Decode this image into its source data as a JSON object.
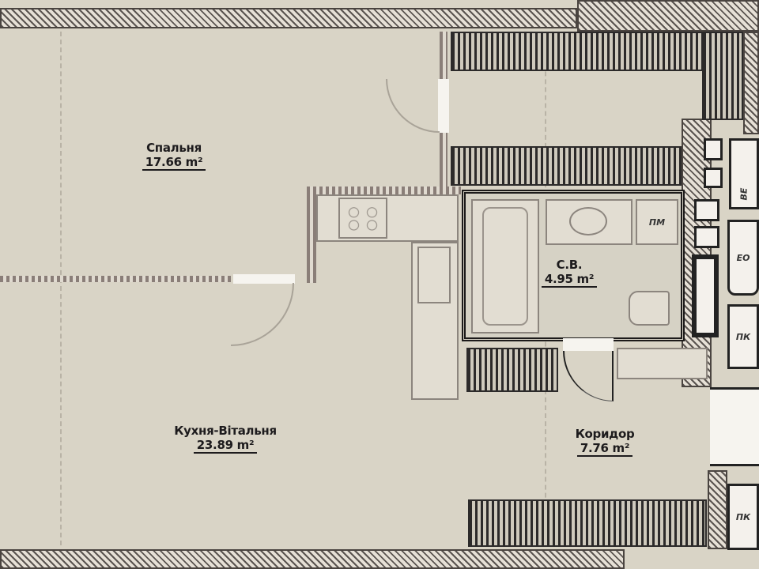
{
  "rooms": [
    {
      "name": "Спальня",
      "area": "17.66 m²"
    },
    {
      "name": "С.В.",
      "area": "4.95 m²"
    },
    {
      "name": "Кухня-Вітальня",
      "area": "23.89 m²"
    },
    {
      "name": "Коридор",
      "area": "7.76 m²"
    }
  ],
  "fixtures": {
    "washer": "ПМ",
    "panel1": "ЕО",
    "panel2": "ПК",
    "panel3": "ПК",
    "riser": "ВЕ"
  },
  "colors": {
    "floor": "#d9d4c6",
    "wall": "#5a5450"
  }
}
